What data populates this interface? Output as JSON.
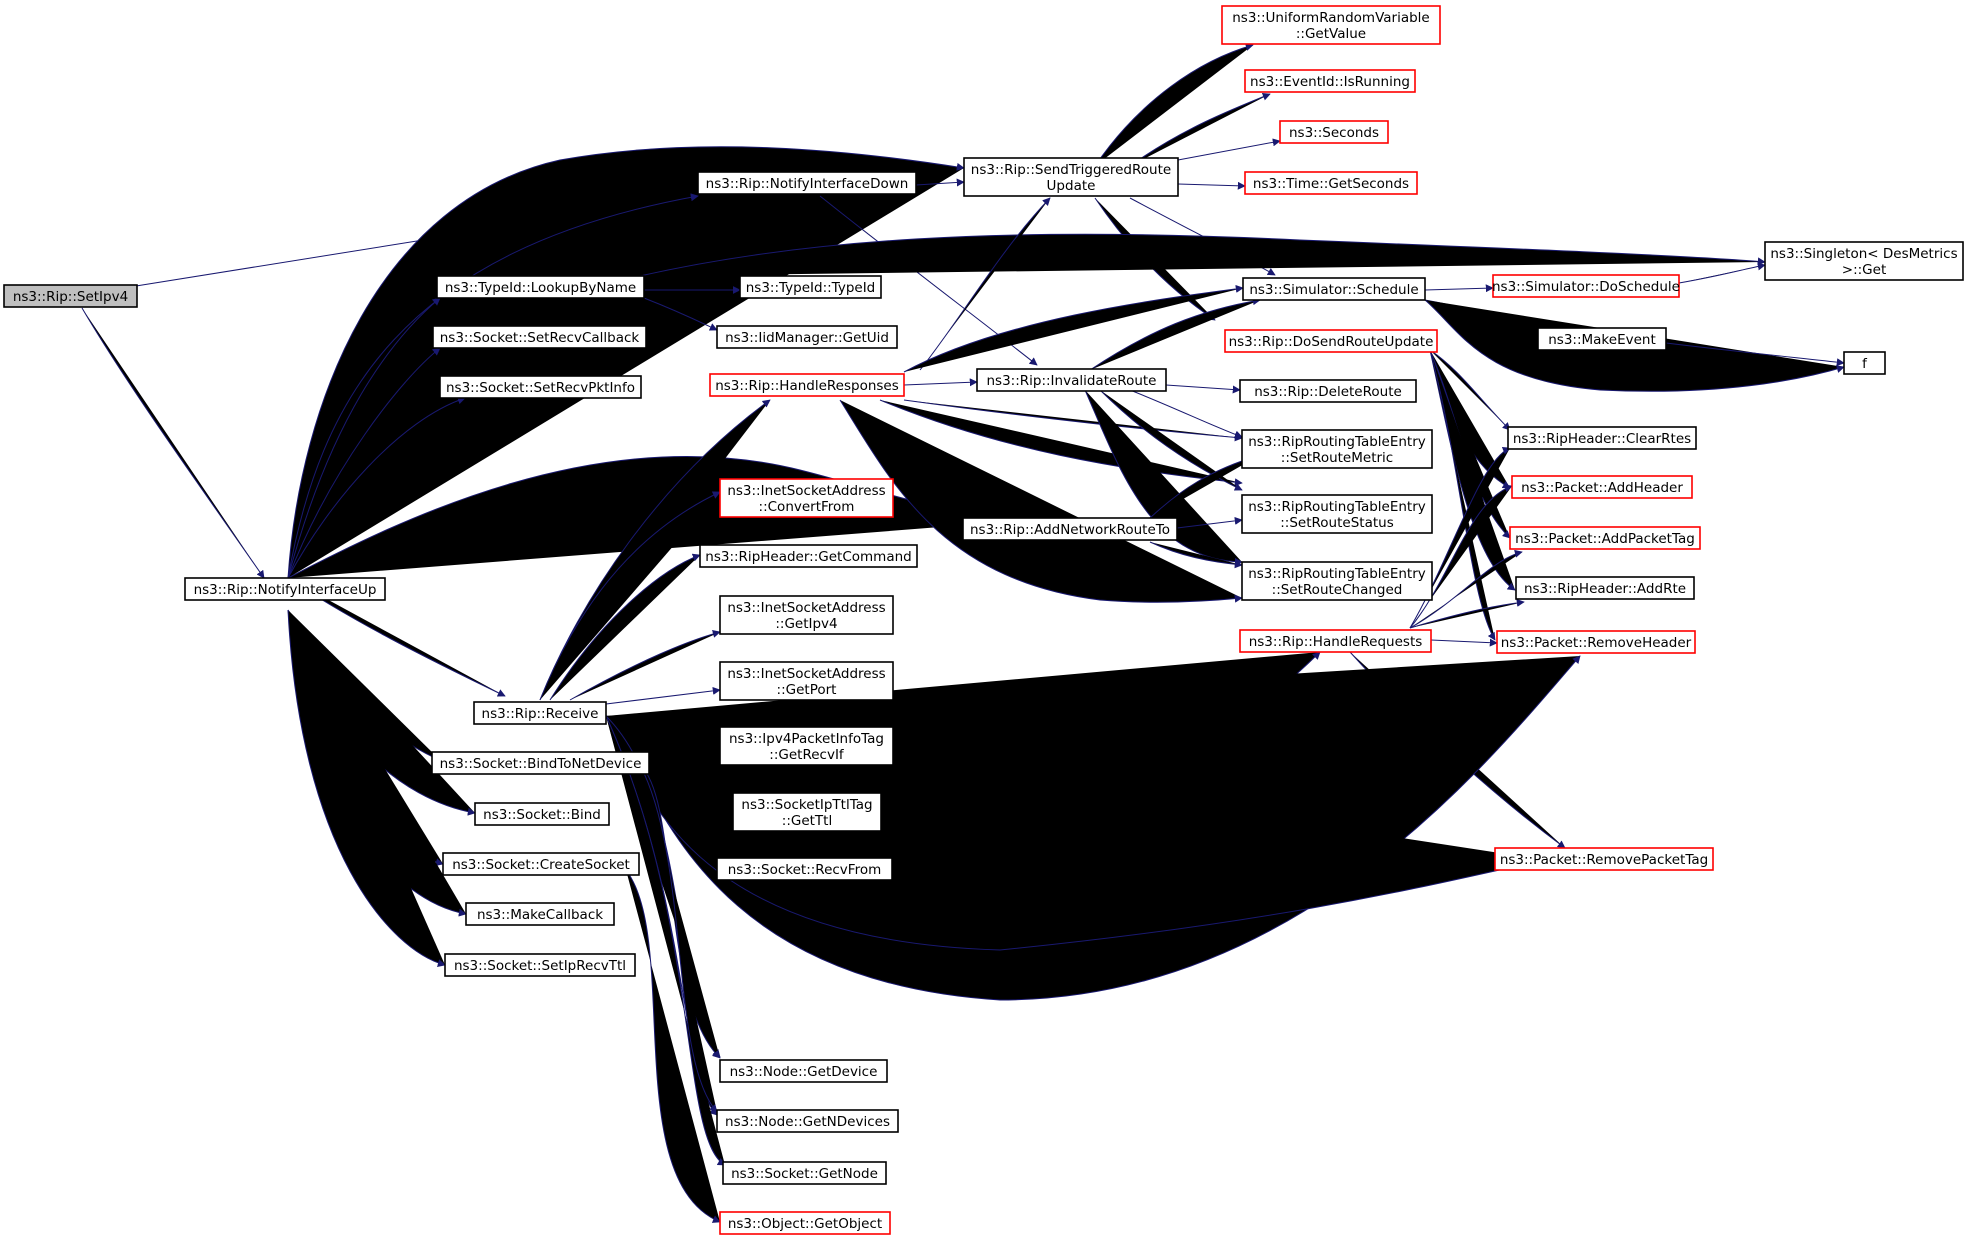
{
  "colors": {
    "edge": "#191970",
    "border_default": "#000000",
    "border_incomplete": "#ff0000",
    "fill_root": "#bfbfbf",
    "fill_default": "#ffffff"
  },
  "nodes": [
    {
      "id": "setipv4",
      "lines": [
        "ns3::Rip::SetIpv4"
      ],
      "style": "root"
    },
    {
      "id": "notifyup",
      "lines": [
        "ns3::Rip::NotifyInterfaceUp"
      ],
      "style": "black"
    },
    {
      "id": "notifydown",
      "lines": [
        "ns3::Rip::NotifyInterfaceDown"
      ],
      "style": "black"
    },
    {
      "id": "sendtrig",
      "lines": [
        "ns3::Rip::SendTriggeredRoute",
        "Update"
      ],
      "style": "black"
    },
    {
      "id": "urv",
      "lines": [
        "ns3::UniformRandomVariable",
        "::GetValue"
      ],
      "style": "red"
    },
    {
      "id": "isrunning",
      "lines": [
        "ns3::EventId::IsRunning"
      ],
      "style": "red"
    },
    {
      "id": "seconds",
      "lines": [
        "ns3::Seconds"
      ],
      "style": "red"
    },
    {
      "id": "getseconds",
      "lines": [
        "ns3::Time::GetSeconds"
      ],
      "style": "red"
    },
    {
      "id": "singleton",
      "lines": [
        "ns3::Singleton< DesMetrics",
        ">::Get"
      ],
      "style": "black"
    },
    {
      "id": "lookup",
      "lines": [
        "ns3::TypeId::LookupByName"
      ],
      "style": "black"
    },
    {
      "id": "typeid",
      "lines": [
        "ns3::TypeId::TypeId"
      ],
      "style": "black"
    },
    {
      "id": "getuid",
      "lines": [
        "ns3::IidManager::GetUid"
      ],
      "style": "black"
    },
    {
      "id": "setrecvcb",
      "lines": [
        "ns3::Socket::SetRecvCallback"
      ],
      "style": "black"
    },
    {
      "id": "setrecvpkt",
      "lines": [
        "ns3::Socket::SetRecvPktInfo"
      ],
      "style": "black"
    },
    {
      "id": "schedule",
      "lines": [
        "ns3::Simulator::Schedule"
      ],
      "style": "black"
    },
    {
      "id": "doschedule",
      "lines": [
        "ns3::Simulator::DoSchedule"
      ],
      "style": "red"
    },
    {
      "id": "makeevent",
      "lines": [
        "ns3::MakeEvent"
      ],
      "style": "black"
    },
    {
      "id": "f",
      "lines": [
        "f"
      ],
      "style": "black"
    },
    {
      "id": "dosendru",
      "lines": [
        "ns3::Rip::DoSendRouteUpdate"
      ],
      "style": "red"
    },
    {
      "id": "handleresp",
      "lines": [
        "ns3::Rip::HandleResponses"
      ],
      "style": "red"
    },
    {
      "id": "invalidate",
      "lines": [
        "ns3::Rip::InvalidateRoute"
      ],
      "style": "black"
    },
    {
      "id": "deleteroute",
      "lines": [
        "ns3::Rip::DeleteRoute"
      ],
      "style": "black"
    },
    {
      "id": "setmetric",
      "lines": [
        "ns3::RipRoutingTableEntry",
        "::SetRouteMetric"
      ],
      "style": "black"
    },
    {
      "id": "setstatus",
      "lines": [
        "ns3::RipRoutingTableEntry",
        "::SetRouteStatus"
      ],
      "style": "black"
    },
    {
      "id": "setchanged",
      "lines": [
        "ns3::RipRoutingTableEntry",
        "::SetRouteChanged"
      ],
      "style": "black"
    },
    {
      "id": "clearrtes",
      "lines": [
        "ns3::RipHeader::ClearRtes"
      ],
      "style": "black"
    },
    {
      "id": "addheader",
      "lines": [
        "ns3::Packet::AddHeader"
      ],
      "style": "red"
    },
    {
      "id": "addpkttag",
      "lines": [
        "ns3::Packet::AddPacketTag"
      ],
      "style": "red"
    },
    {
      "id": "addrte",
      "lines": [
        "ns3::RipHeader::AddRte"
      ],
      "style": "black"
    },
    {
      "id": "handlereq",
      "lines": [
        "ns3::Rip::HandleRequests"
      ],
      "style": "red"
    },
    {
      "id": "removeheader",
      "lines": [
        "ns3::Packet::RemoveHeader"
      ],
      "style": "red"
    },
    {
      "id": "removepkttag",
      "lines": [
        "ns3::Packet::RemovePacketTag"
      ],
      "style": "red"
    },
    {
      "id": "convertfrom",
      "lines": [
        "ns3::InetSocketAddress",
        "::ConvertFrom"
      ],
      "style": "red"
    },
    {
      "id": "getcommand",
      "lines": [
        "ns3::RipHeader::GetCommand"
      ],
      "style": "black"
    },
    {
      "id": "addnetroute",
      "lines": [
        "ns3::Rip::AddNetworkRouteTo"
      ],
      "style": "black"
    },
    {
      "id": "getipv4",
      "lines": [
        "ns3::InetSocketAddress",
        "::GetIpv4"
      ],
      "style": "black"
    },
    {
      "id": "getport",
      "lines": [
        "ns3::InetSocketAddress",
        "::GetPort"
      ],
      "style": "black"
    },
    {
      "id": "receive",
      "lines": [
        "ns3::Rip::Receive"
      ],
      "style": "black"
    },
    {
      "id": "getrecvif",
      "lines": [
        "ns3::Ipv4PacketInfoTag",
        "::GetRecvIf"
      ],
      "style": "black"
    },
    {
      "id": "bindnet",
      "lines": [
        "ns3::Socket::BindToNetDevice"
      ],
      "style": "black"
    },
    {
      "id": "getttl",
      "lines": [
        "ns3::SocketIpTtlTag",
        "::GetTtl"
      ],
      "style": "black"
    },
    {
      "id": "bind",
      "lines": [
        "ns3::Socket::Bind"
      ],
      "style": "black"
    },
    {
      "id": "recvfrom",
      "lines": [
        "ns3::Socket::RecvFrom"
      ],
      "style": "black"
    },
    {
      "id": "createsock",
      "lines": [
        "ns3::Socket::CreateSocket"
      ],
      "style": "black"
    },
    {
      "id": "makecb",
      "lines": [
        "ns3::MakeCallback"
      ],
      "style": "black"
    },
    {
      "id": "setipttl",
      "lines": [
        "ns3::Socket::SetIpRecvTtl"
      ],
      "style": "black"
    },
    {
      "id": "getdevice",
      "lines": [
        "ns3::Node::GetDevice"
      ],
      "style": "black"
    },
    {
      "id": "getndev",
      "lines": [
        "ns3::Node::GetNDevices"
      ],
      "style": "black"
    },
    {
      "id": "getnode",
      "lines": [
        "ns3::Socket::GetNode"
      ],
      "style": "black"
    },
    {
      "id": "getobject",
      "lines": [
        "ns3::Object::GetObject"
      ],
      "style": "red"
    }
  ]
}
